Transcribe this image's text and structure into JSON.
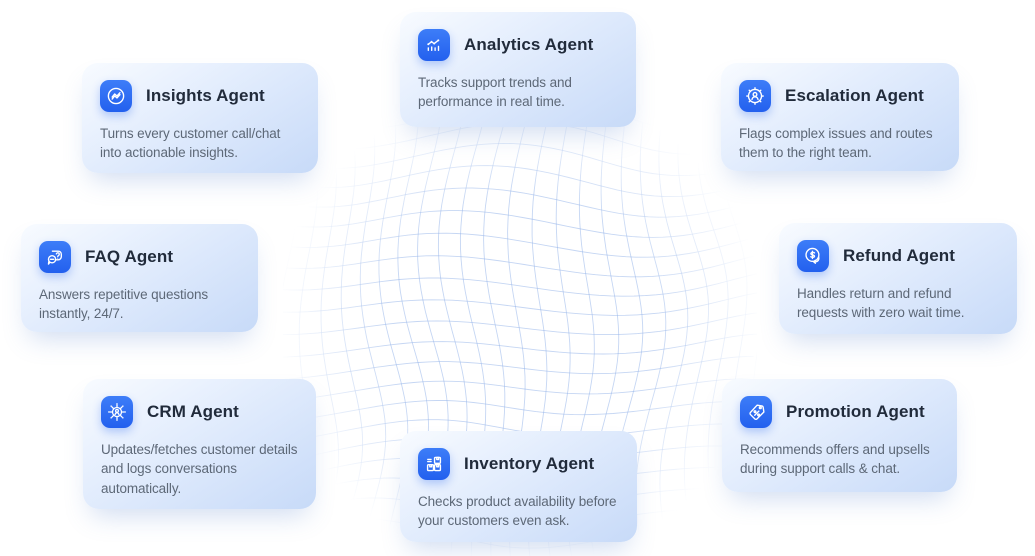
{
  "page": {
    "background": "#ffffff"
  },
  "colors": {
    "icon_tile_blue": "#2e6bf0",
    "card_gradient_start": "#f8fbff",
    "card_gradient_end": "#c7daf8",
    "title_text": "#212b3b",
    "description_text": "#5d6877",
    "mesh_line": "#96b4e9"
  },
  "graphic": {
    "name": "warped-grid-mesh"
  },
  "cards": [
    {
      "id": "insights",
      "icon": "insights-icon",
      "title": "Insights Agent",
      "description": "Turns every customer call/chat into actionable insights."
    },
    {
      "id": "analytics",
      "icon": "analytics-icon",
      "title": "Analytics Agent",
      "description": "Tracks support trends and performance in real time."
    },
    {
      "id": "escalation",
      "icon": "escalation-icon",
      "title": "Escalation Agent",
      "description": "Flags complex issues and routes them to the right team."
    },
    {
      "id": "faq",
      "icon": "faq-icon",
      "title": "FAQ Agent",
      "description": "Answers repetitive questions instantly, 24/7."
    },
    {
      "id": "refund",
      "icon": "refund-icon",
      "title": "Refund Agent",
      "description": "Handles return and refund requests with zero wait time."
    },
    {
      "id": "crm",
      "icon": "crm-icon",
      "title": "CRM Agent",
      "description": "Updates/fetches customer details and logs conversations automatically."
    },
    {
      "id": "inventory",
      "icon": "inventory-icon",
      "title": "Inventory Agent",
      "description": "Checks product availability before your customers even ask."
    },
    {
      "id": "promotion",
      "icon": "promotion-icon",
      "title": "Promotion Agent",
      "description": "Recommends offers and upsells during support calls & chat."
    }
  ]
}
